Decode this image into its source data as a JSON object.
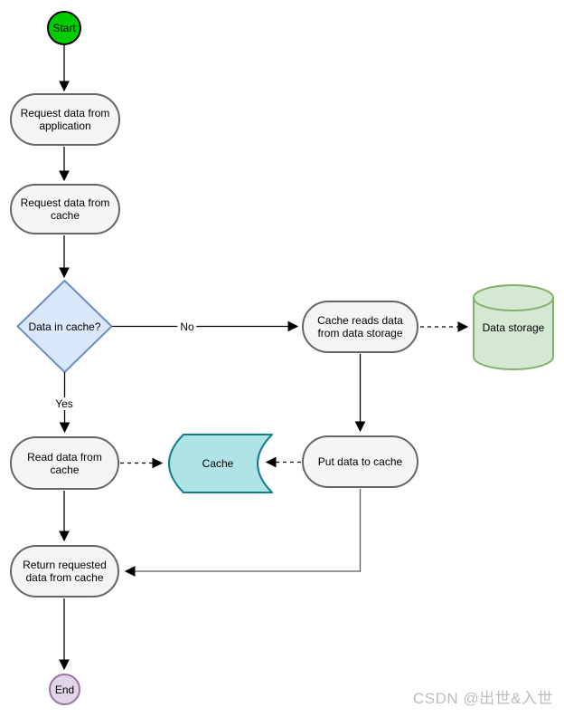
{
  "diagram": {
    "nodes": {
      "start": "Start",
      "request_app": "Request data from application",
      "request_cache": "Request data from cache",
      "decision": "Data in cache?",
      "cache_reads": "Cache reads data from data storage",
      "data_storage": "Data storage",
      "read_cache": "Read data from cache",
      "cache": "Cache",
      "put_cache": "Put data to cache",
      "return_data": "Return requested data from cache",
      "end": "End"
    },
    "edge_labels": {
      "no": "No",
      "yes": "Yes"
    },
    "colors": {
      "start_fill": "#00cc00",
      "start_stroke": "#000000",
      "end_fill": "#e1d5e7",
      "end_stroke": "#9673a6",
      "process_fill": "#f5f5f5",
      "process_stroke": "#666666",
      "decision_fill": "#dae8fc",
      "decision_stroke": "#6c8ebf",
      "storage_fill": "#d5e8d4",
      "storage_stroke": "#82b366",
      "cache_fill": "#b0e3e6",
      "cache_stroke": "#0e8088",
      "edge_stroke": "#000000"
    }
  },
  "watermark": "CSDN @出世&入世"
}
